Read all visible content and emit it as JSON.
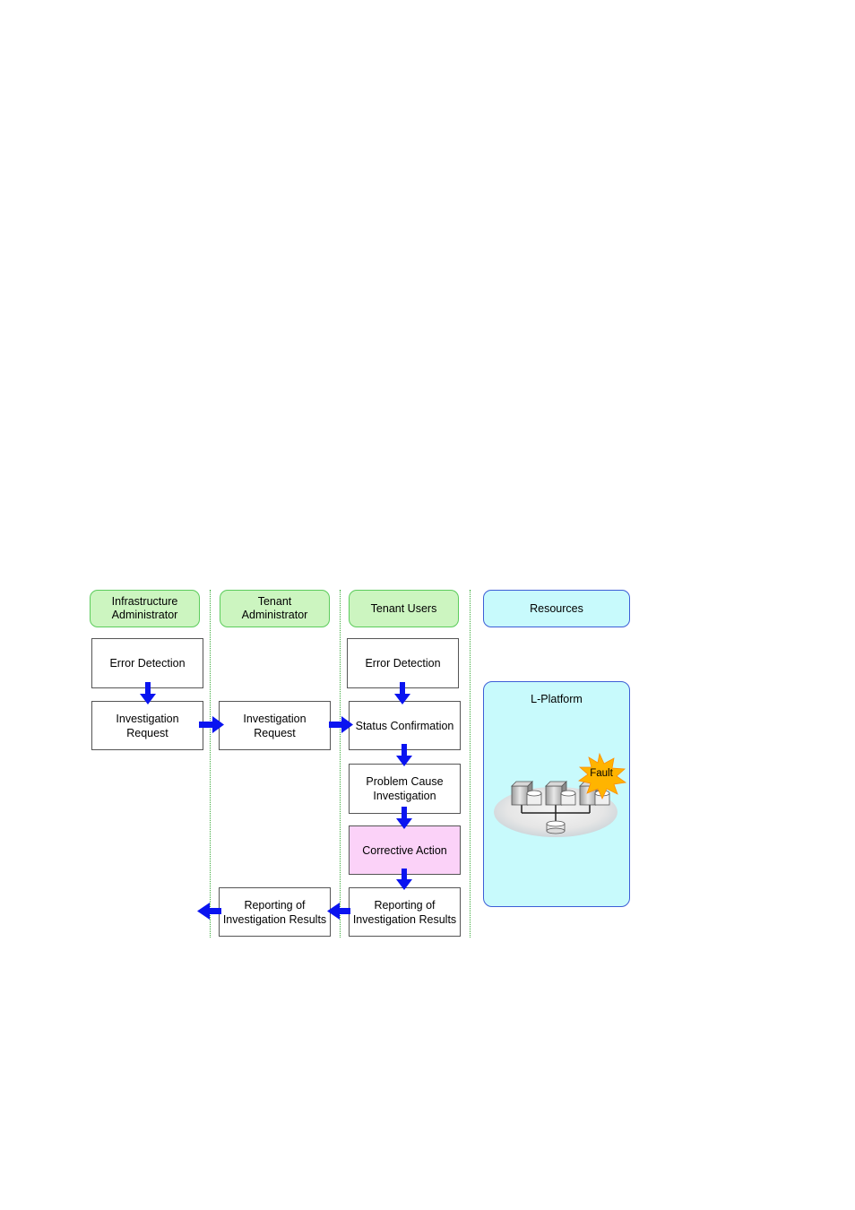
{
  "lanes": {
    "infra_admin": "Infrastructure\nAdministrator",
    "tenant_admin": "Tenant\nAdministrator",
    "tenant_users": "Tenant Users",
    "resources": "Resources"
  },
  "steps": {
    "infra_error_detection": "Error Detection",
    "infra_investigation_request": "Investigation\nRequest",
    "tenant_admin_investigation_request": "Investigation\nRequest",
    "tenant_admin_reporting": "Reporting of\nInvestigation Results",
    "users_error_detection": "Error Detection",
    "users_status_confirmation": "Status Confirmation",
    "users_problem_cause": "Problem Cause\nInvestigation",
    "users_corrective_action": "Corrective Action",
    "users_reporting": "Reporting of\nInvestigation Results"
  },
  "resources": {
    "platform_label": "L-Platform",
    "fault_label": "Fault"
  },
  "colors": {
    "arrow": "#0a14f0",
    "lane_green": "#ccf5c0",
    "lane_blue": "#c8fafc",
    "corrective": "#fbd2f8",
    "fault": "#ffb400"
  }
}
